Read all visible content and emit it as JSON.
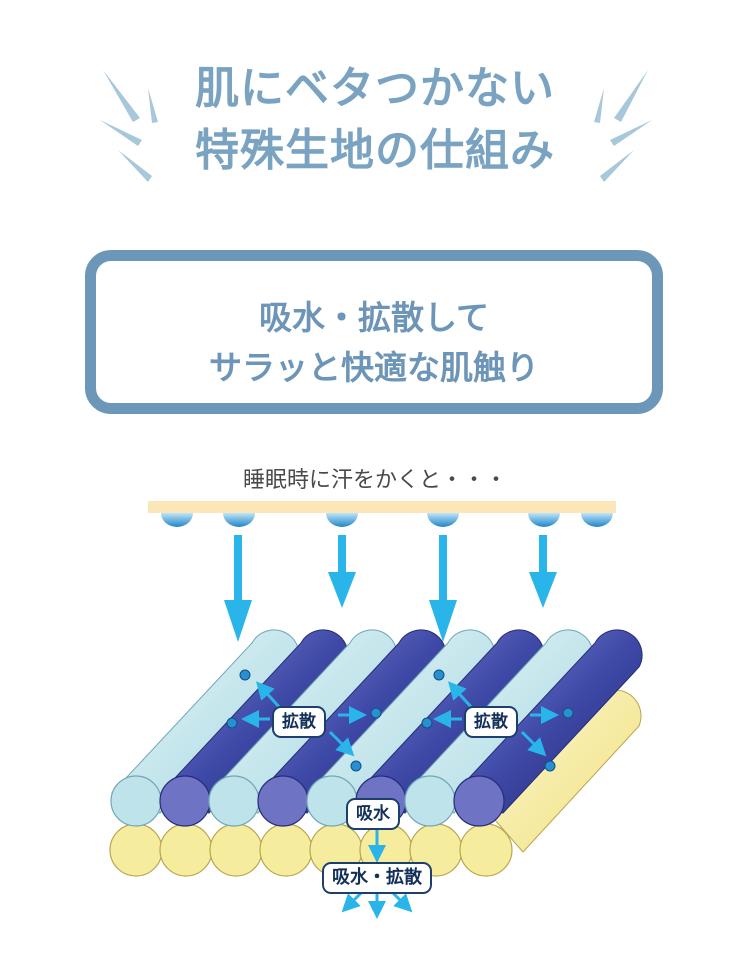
{
  "title": {
    "line1": "肌にベタつかない",
    "line2": "特殊生地の仕組み"
  },
  "frame": {
    "line1": "吸水・拡散して",
    "line2": "サラッと快適な肌触り"
  },
  "caption": "睡眠時に汗をかくと・・・",
  "labels": {
    "spread_left": "拡散",
    "spread_right": "拡散",
    "absorb": "吸水",
    "absorb_spread": "吸水・拡散"
  },
  "colors": {
    "heading": "#7aa3c2",
    "frame_border": "#6c97b9",
    "skin": "#fbe6b8",
    "arrow": "#29b5ea",
    "light_fiber": "#bfe3ea",
    "dark_fiber": "#3f4aa8",
    "yellow_fiber": "#f7ee9c",
    "label_border": "#1d3f6d"
  },
  "icons": [
    "sparkle-left-icon",
    "sparkle-right-icon",
    "sweat-drop-icon",
    "down-arrow-icon"
  ]
}
